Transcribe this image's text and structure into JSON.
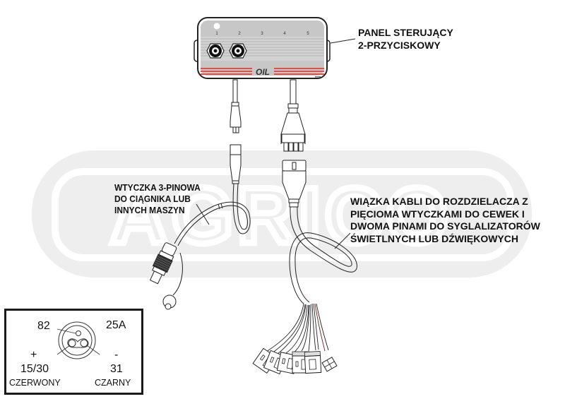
{
  "watermark": {
    "text": "AGRICO",
    "color": "#ededed"
  },
  "panel": {
    "caption_lines": [
      "PANEL STERUJĄCY",
      "2-PRZYCISKOWY"
    ],
    "slot_numbers": [
      "1",
      "2",
      "3",
      "4",
      "5"
    ],
    "brand_label": "OIL",
    "button_count": 2,
    "stripe_color": "#e0504a",
    "body_color": "#c9c9c9"
  },
  "plug_3pin": {
    "caption_lines": [
      "WTYCZKA 3-PINOWA",
      "DO CIĄGNIKA LUB",
      "INNYCH MASZYN"
    ]
  },
  "harness": {
    "caption_lines": [
      "WIĄZKA KABLI DO ROZDZIELACZA Z",
      "PIĘCIOMA WTYCZKAMI DO CEWEK I",
      "DWOMA PINAMI DO SYGLALIZATORÓW",
      "ŚWIETLNYCH LUB DŹWIĘKOWYCH"
    ],
    "coil_plug_count": 5,
    "signal_pin_count": 2
  },
  "pinout": {
    "pin_82": "82",
    "fuse": "25A",
    "plus_sign": "+",
    "plus_pin": "15/30",
    "plus_color": "CZERWONY",
    "minus_sign": "-",
    "minus_pin": "31",
    "minus_color": "CZARNY"
  }
}
